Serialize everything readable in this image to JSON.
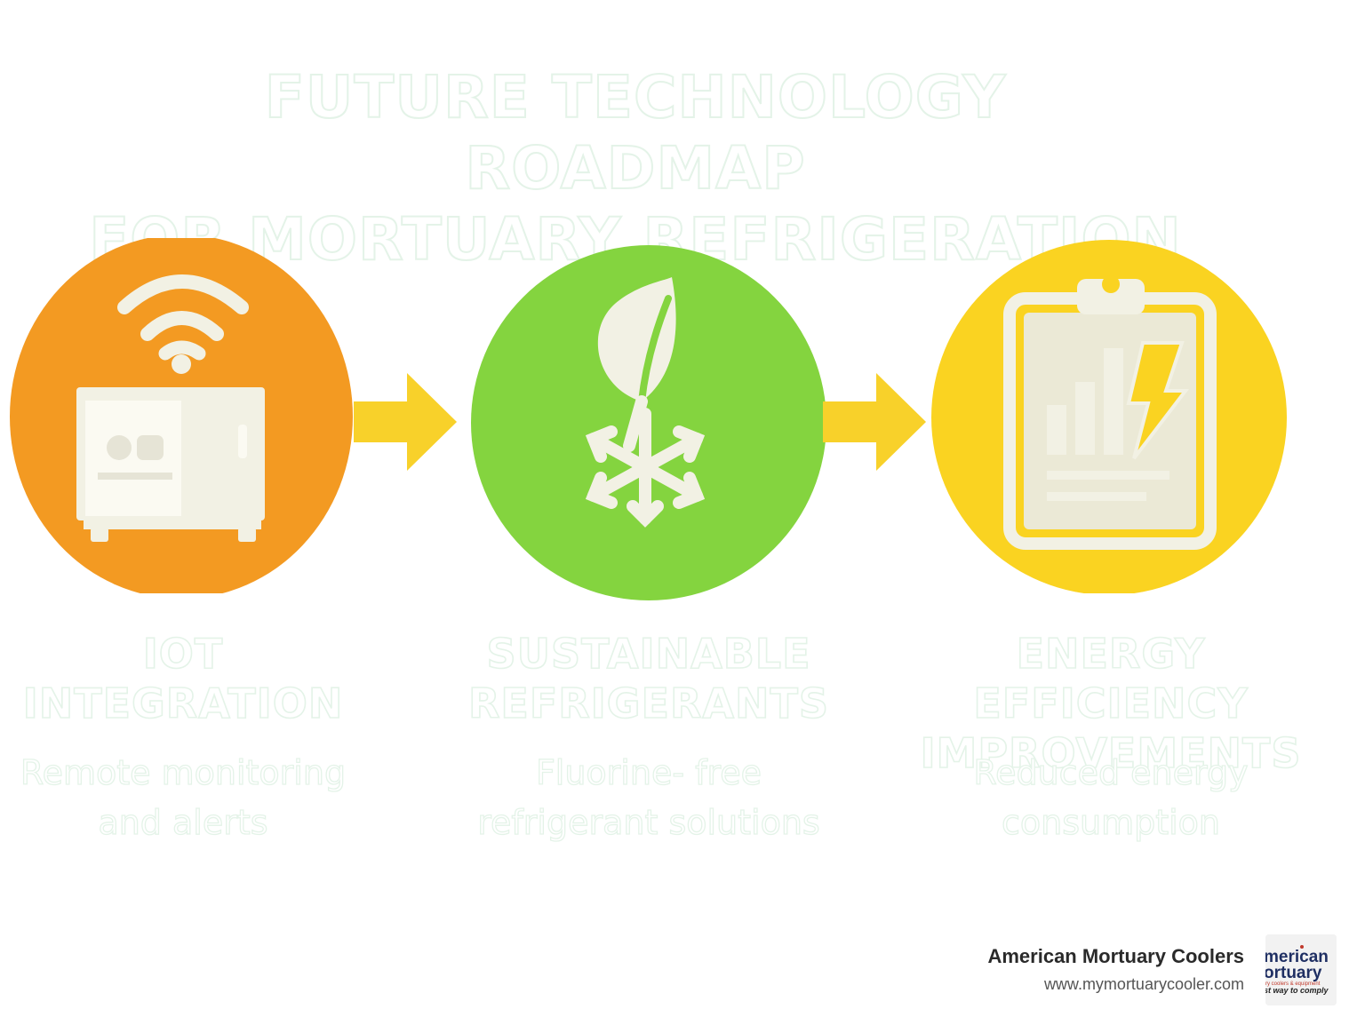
{
  "title": {
    "line1": "FUTURE TECHNOLOGY ROADMAP",
    "line2": "FOR MORTUARY REFRIGERATION"
  },
  "steps": [
    {
      "title_lines": [
        "IOT",
        "INTEGRATION"
      ],
      "desc_lines": [
        "Remote monitoring",
        "and alerts"
      ],
      "color": "#f39a22",
      "icon": "wifi-cooler-icon"
    },
    {
      "title_lines": [
        "SUSTAINABLE",
        "REFRIGERANTS"
      ],
      "desc_lines": [
        "Fluorine- free",
        "refrigerant solutions"
      ],
      "color": "#84d43f",
      "icon": "leaf-snowflake-icon"
    },
    {
      "title_lines": [
        "ENERGY EFFICIENCY",
        "IMPROVEMENTS"
      ],
      "desc_lines": [
        "Reduced energy",
        "consumption"
      ],
      "color": "#fad321",
      "icon": "clipboard-energy-chart-icon"
    }
  ],
  "arrow_color": "#f8d12a",
  "icon_color": "#f2f1e4",
  "footer": {
    "brand_name": "American Mortuary Coolers",
    "url": "www.mymortuarycooler.com",
    "logo_text_1": "merican",
    "logo_text_2": "ortuary",
    "logo_text_3": "ry coolers & equipment",
    "logo_text_4": "st way to comply"
  }
}
